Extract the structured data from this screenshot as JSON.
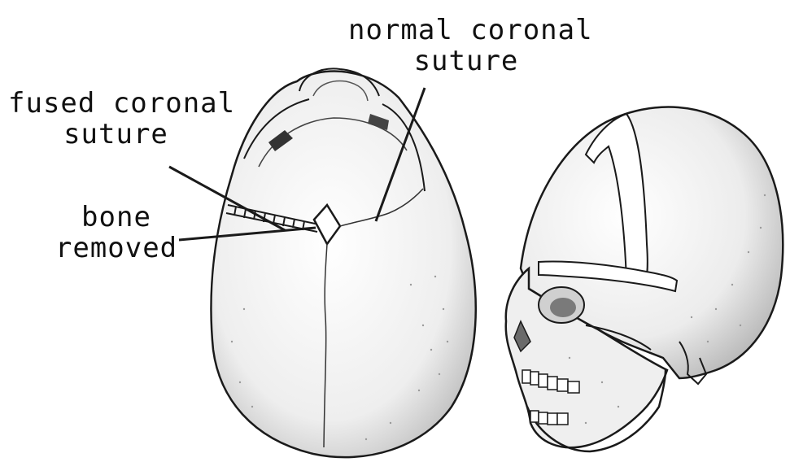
{
  "labels": {
    "normal_coronal": {
      "line1": "normal coronal",
      "line2": "suture"
    },
    "fused_coronal": {
      "line1": "fused coronal",
      "line2": "suture"
    },
    "bone_removed": {
      "line1": "bone",
      "line2": "removed"
    }
  },
  "colors": {
    "ink": "#1a1a1a",
    "bone_shade": "#c9c9c9",
    "background": "#ffffff"
  }
}
